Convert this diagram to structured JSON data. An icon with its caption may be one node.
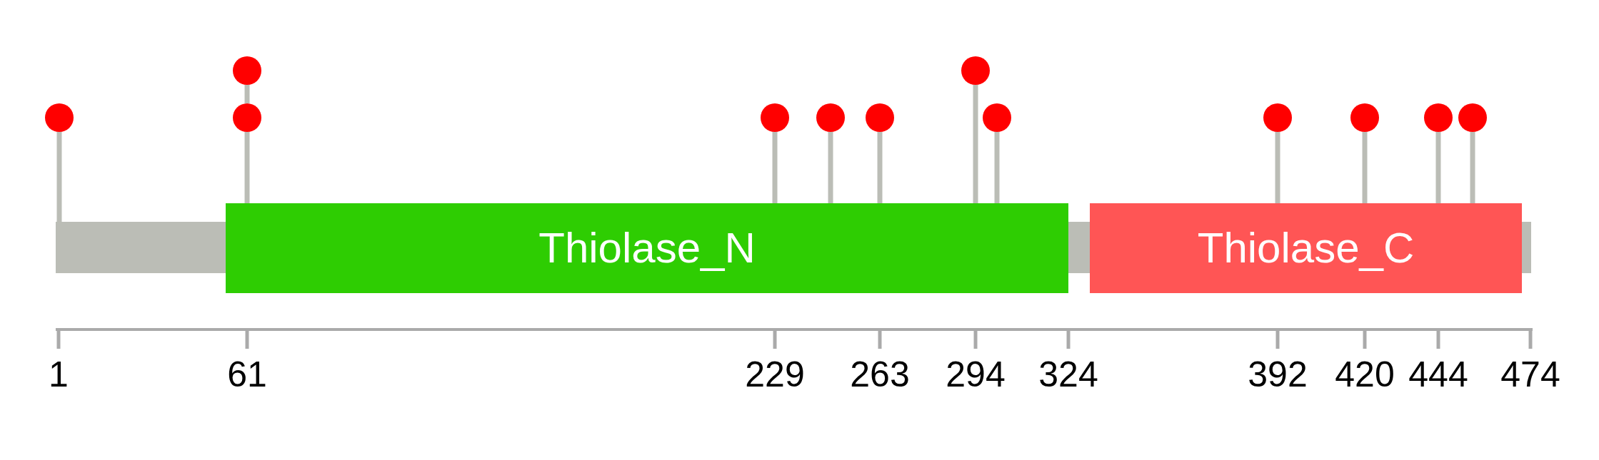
{
  "diagram": {
    "nodes": [
      {
        "text": [],
        "shape": "bar"
      },
      {
        "text": [
          "Thiolase_N"
        ]
      },
      {
        "text": [],
        "shape": "bar"
      },
      {
        "text": [
          "Thiolase_C"
        ]
      },
      {
        "text": [],
        "shape": "bar"
      },
      {
        "text": [],
        "shape": "circle"
      },
      {
        "text": [],
        "shape": "circle"
      },
      {
        "text": [],
        "shape": "circle"
      },
      {
        "text": [],
        "shape": "circle"
      },
      {
        "text": [],
        "shape": "circle"
      },
      {
        "text": [],
        "shape": "circle"
      },
      {
        "text": [],
        "shape": "circle"
      },
      {
        "text": [],
        "shape": "circle"
      },
      {
        "text": [],
        "shape": "circle"
      },
      {
        "text": [],
        "shape": "circle"
      },
      {
        "text": [],
        "shape": "circle"
      },
      {
        "text": [],
        "shape": "circle"
      }
    ],
    "edges": [
      {
        "from": 5,
        "to": 0,
        "arrow": "none"
      },
      {
        "from": 6,
        "to": 7,
        "arrow": "none"
      },
      {
        "from": 7,
        "to": 1,
        "arrow": "none"
      },
      {
        "from": 8,
        "to": 1,
        "arrow": "none"
      },
      {
        "from": 9,
        "to": 1,
        "arrow": "none"
      },
      {
        "from": 10,
        "to": 1,
        "arrow": "none"
      },
      {
        "from": 11,
        "to": 1,
        "arrow": "none"
      },
      {
        "from": 12,
        "to": 1,
        "arrow": "none"
      },
      {
        "from": 13,
        "to": 3,
        "arrow": "none"
      },
      {
        "from": 14,
        "to": 3,
        "arrow": "none"
      },
      {
        "from": 15,
        "to": 3,
        "arrow": "none"
      },
      {
        "from": 16,
        "to": 3,
        "arrow": "none"
      }
    ],
    "labels": [
      "1",
      "61",
      "229",
      "263",
      "294",
      "324",
      "392",
      "420",
      "444",
      "474"
    ]
  }
}
